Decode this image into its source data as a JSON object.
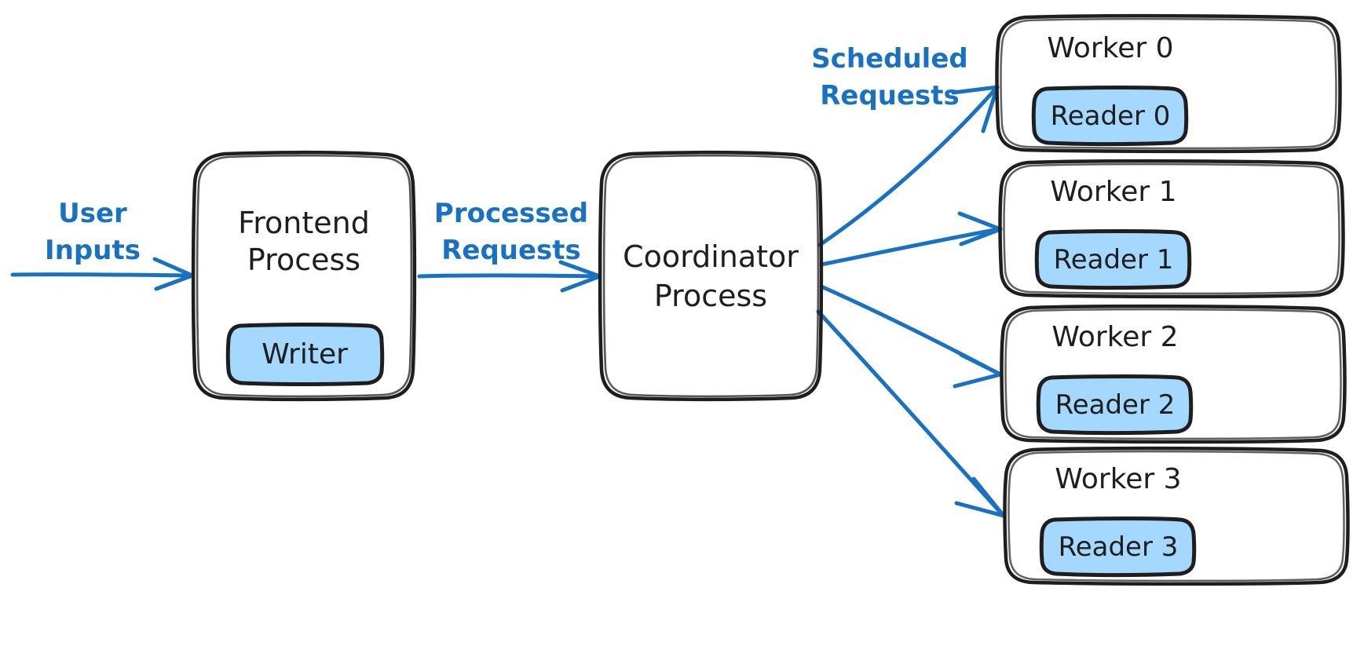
{
  "diagram": {
    "type": "architecture-flow",
    "background": "#ffffff",
    "colors": {
      "node_border": "#1e1e1e",
      "node_text": "#1e1e1e",
      "node_fill": "#ffffff",
      "accent_fill": "#a5d8ff",
      "arrow": "#1971c2",
      "edge_label": "#1971c2"
    },
    "edge_labels": [
      {
        "id": "user-inputs",
        "lines": [
          "User",
          "Inputs"
        ]
      },
      {
        "id": "processed-requests",
        "lines": [
          "Processed",
          "Requests"
        ]
      },
      {
        "id": "scheduled-requests",
        "lines": [
          "Scheduled",
          "Requests"
        ]
      }
    ],
    "nodes": [
      {
        "id": "frontend-process",
        "lines": [
          "Frontend",
          "Process"
        ],
        "child": {
          "id": "writer",
          "label": "Writer"
        }
      },
      {
        "id": "coordinator-process",
        "lines": [
          "Coordinator",
          "Process"
        ],
        "child": null
      }
    ],
    "workers": [
      {
        "id": "worker-0",
        "label": "Worker 0",
        "reader": "Reader 0"
      },
      {
        "id": "worker-1",
        "label": "Worker 1",
        "reader": "Reader 1"
      },
      {
        "id": "worker-2",
        "label": "Worker 2",
        "reader": "Reader 2"
      },
      {
        "id": "worker-3",
        "label": "Worker 3",
        "reader": "Reader 3"
      }
    ],
    "flow": [
      {
        "from": "user-inputs",
        "to": "frontend-process",
        "label": "User Inputs"
      },
      {
        "from": "frontend-process",
        "to": "coordinator-process",
        "label": "Processed Requests"
      },
      {
        "from": "coordinator-process",
        "to": "worker-0",
        "label": "Scheduled Requests"
      },
      {
        "from": "coordinator-process",
        "to": "worker-1",
        "label": "Scheduled Requests"
      },
      {
        "from": "coordinator-process",
        "to": "worker-2",
        "label": "Scheduled Requests"
      },
      {
        "from": "coordinator-process",
        "to": "worker-3",
        "label": "Scheduled Requests"
      }
    ]
  }
}
